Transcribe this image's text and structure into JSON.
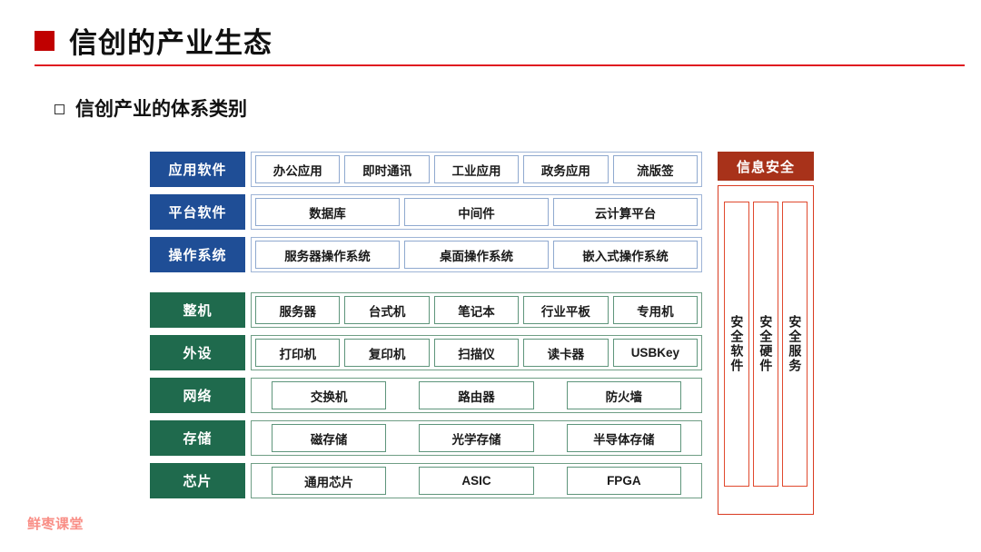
{
  "slide": {
    "title": "信创的产业生态",
    "subhead": "信创产业的体系类别",
    "watermark": "鲜枣课堂",
    "accent_red": "#e01b20",
    "bullet_red": "#c00000",
    "blue": "#1f4e96",
    "green": "#1f6a4d",
    "security_red": "#a8321a"
  },
  "stack": {
    "software_layers": [
      {
        "label": "应用软件",
        "layout": "even",
        "items": [
          "办公应用",
          "即时通讯",
          "工业应用",
          "政务应用",
          "流版签"
        ]
      },
      {
        "label": "平台软件",
        "layout": "even",
        "items": [
          "数据库",
          "中间件",
          "云计算平台"
        ]
      },
      {
        "label": "操作系统",
        "layout": "even",
        "items": [
          "服务器操作系统",
          "桌面操作系统",
          "嵌入式操作系统"
        ]
      }
    ],
    "hardware_layers": [
      {
        "label": "整机",
        "layout": "even",
        "items": [
          "服务器",
          "台式机",
          "笔记本",
          "行业平板",
          "专用机"
        ]
      },
      {
        "label": "外设",
        "layout": "even",
        "items": [
          "打印机",
          "复印机",
          "扫描仪",
          "读卡器",
          "USBKey"
        ]
      },
      {
        "label": "网络",
        "layout": "spread",
        "items": [
          "交换机",
          "路由器",
          "防火墙"
        ]
      },
      {
        "label": "存储",
        "layout": "spread",
        "items": [
          "磁存储",
          "光学存储",
          "半导体存储"
        ]
      },
      {
        "label": "芯片",
        "layout": "spread",
        "items": [
          "通用芯片",
          "ASIC",
          "FPGA"
        ]
      }
    ]
  },
  "security": {
    "header": "信息安全",
    "columns": [
      "安全软件",
      "安全硬件",
      "安全服务"
    ]
  }
}
